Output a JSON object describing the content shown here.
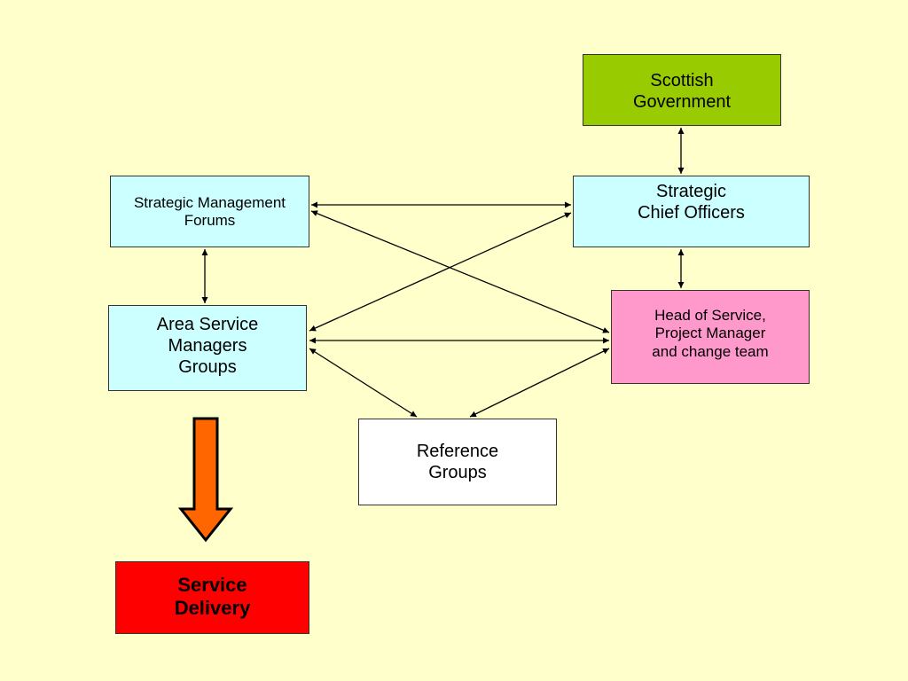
{
  "nodes": {
    "scottish_government": {
      "line1": "Scottish",
      "line2": "Government"
    },
    "strategic_management_forums": {
      "line1": "Strategic Management",
      "line2": "Forums"
    },
    "strategic_chief_officers": {
      "line1": "Strategic",
      "line2": "Chief Officers"
    },
    "area_service_managers": {
      "line1": "Area Service",
      "line2": "Managers",
      "line3": "Groups"
    },
    "head_of_service": {
      "line1": "Head of Service,",
      "line2": "Project Manager",
      "line3": "and change team"
    },
    "reference_groups": {
      "line1": "Reference",
      "line2": "Groups"
    },
    "service_delivery": {
      "line1": "Service",
      "line2": "Delivery"
    }
  },
  "colors": {
    "background": "#FFFFCC",
    "government": "#99CC00",
    "management": "#CCFFFF",
    "head_of_service": "#FF99CC",
    "reference": "#FFFFFF",
    "service_delivery": "#FF0000",
    "flow_arrow": "#FF6600"
  }
}
